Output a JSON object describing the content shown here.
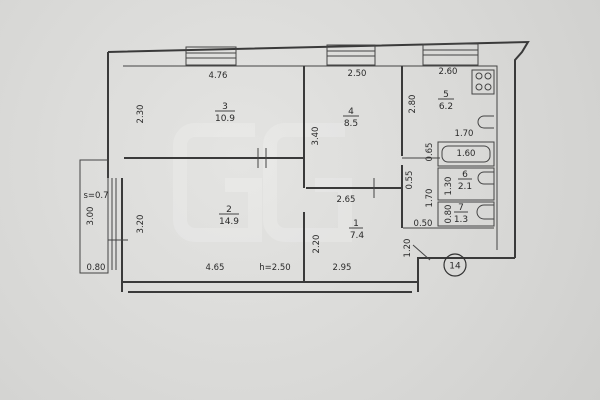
{
  "rooms": [
    {
      "number": "1",
      "area": "7.4"
    },
    {
      "number": "2",
      "area": "14.9"
    },
    {
      "number": "3",
      "area": "10.9"
    },
    {
      "number": "4",
      "area": "8.5"
    },
    {
      "number": "5",
      "area": "6.2"
    },
    {
      "number": "6",
      "area": "2.1"
    },
    {
      "number": "7",
      "area": "1.3"
    }
  ],
  "dimensions": {
    "r3_width": "4.76",
    "r4_width": "2.50",
    "r5_width": "2.60",
    "r3_height": "2.30",
    "r4_height": "3.40",
    "r5_height": "2.80",
    "r2_height": "3.20",
    "r2_width": "4.65",
    "r1_width": "2.95",
    "r1_height": "2.20",
    "r1_top": "2.65",
    "r6_width": "1.60",
    "r6_height": "1.30",
    "r7_height": "0.80",
    "bath_top": "1.70",
    "d_065": "0.65",
    "d_055": "0.55",
    "d_170": "1.70",
    "d_050": "0.50",
    "d_120": "1.20",
    "balcony_height": "3.00",
    "balcony_depth": "0.80",
    "balcony_area": "s=0.7",
    "ceiling": "h=2.50"
  },
  "apartment_number": "14",
  "watermark": "GD"
}
